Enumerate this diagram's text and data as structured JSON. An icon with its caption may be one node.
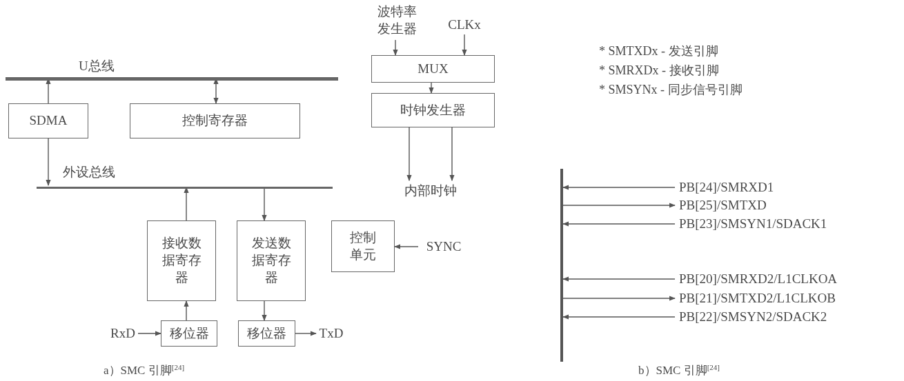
{
  "diagram": {
    "nodes": [
      {
        "text": [
          "U总线"
        ]
      },
      {
        "text": [
          "SDMA"
        ]
      },
      {
        "text": [
          "控制寄存器"
        ]
      },
      {
        "text": [
          "外设总线"
        ]
      },
      {
        "text": [
          "接收数据寄存器"
        ]
      },
      {
        "text": [
          "发送数据寄存器"
        ]
      },
      {
        "text": [
          "移位器"
        ]
      },
      {
        "text": [
          "移位器"
        ]
      },
      {
        "text": [
          "RxD"
        ]
      },
      {
        "text": [
          "TxD"
        ]
      },
      {
        "text": [
          "控制单元"
        ]
      },
      {
        "text": [
          "SYNC"
        ]
      },
      {
        "text": [
          "波特率发生器"
        ]
      },
      {
        "text": [
          "CLKx"
        ]
      },
      {
        "text": [
          "MUX"
        ]
      },
      {
        "text": [
          "时钟发生器"
        ]
      },
      {
        "text": [
          "内部时钟"
        ]
      },
      {
        "text": [],
        "shape": "bar"
      },
      {
        "text": [
          "PB[24]/SMRXD1"
        ]
      },
      {
        "text": [
          "PB[25]/SMTXD"
        ]
      },
      {
        "text": [
          "PB[23]/SMSYN1/SDACK1"
        ]
      },
      {
        "text": [
          "PB[20]/SMRXD2/L1CLKOA"
        ]
      },
      {
        "text": [
          "PB[21]/SMTXD2/L1CLKOB"
        ]
      },
      {
        "text": [
          "PB[22]/SMSYN2/SDACK2"
        ]
      }
    ],
    "edges": [
      {
        "from": 1,
        "to": 0,
        "arrow": "to"
      },
      {
        "from": 0,
        "to": 2,
        "arrow": "both"
      },
      {
        "from": 1,
        "to": 3,
        "arrow": "to"
      },
      {
        "from": 4,
        "to": 3,
        "arrow": "to"
      },
      {
        "from": 3,
        "to": 5,
        "arrow": "to"
      },
      {
        "from": 6,
        "to": 4,
        "arrow": "to"
      },
      {
        "from": 8,
        "to": 6,
        "arrow": "to"
      },
      {
        "from": 5,
        "to": 7,
        "arrow": "to"
      },
      {
        "from": 7,
        "to": 9,
        "arrow": "to"
      },
      {
        "from": 11,
        "to": 10,
        "arrow": "to"
      },
      {
        "from": 12,
        "to": 14,
        "arrow": "to"
      },
      {
        "from": 13,
        "to": 14,
        "arrow": "to"
      },
      {
        "from": 14,
        "to": 15,
        "arrow": "to"
      },
      {
        "from": 15,
        "to": 16,
        "arrow": "to"
      },
      {
        "from": 15,
        "to": 16,
        "arrow": "to"
      },
      {
        "from": 18,
        "to": 17,
        "arrow": "to"
      },
      {
        "from": 17,
        "to": 19,
        "arrow": "to"
      },
      {
        "from": 20,
        "to": 17,
        "arrow": "to"
      },
      {
        "from": 21,
        "to": 17,
        "arrow": "to"
      },
      {
        "from": 17,
        "to": 22,
        "arrow": "to"
      },
      {
        "from": 23,
        "to": 17,
        "arrow": "to"
      }
    ],
    "labels": [
      "* SMTXDx - 发送引脚",
      "* SMRXDx - 接收引脚",
      "* SMSYNx - 同步信号引脚",
      "a）SMC 引脚$^{[24]}$",
      "b）SMC 引脚$^{[24]}$"
    ]
  }
}
